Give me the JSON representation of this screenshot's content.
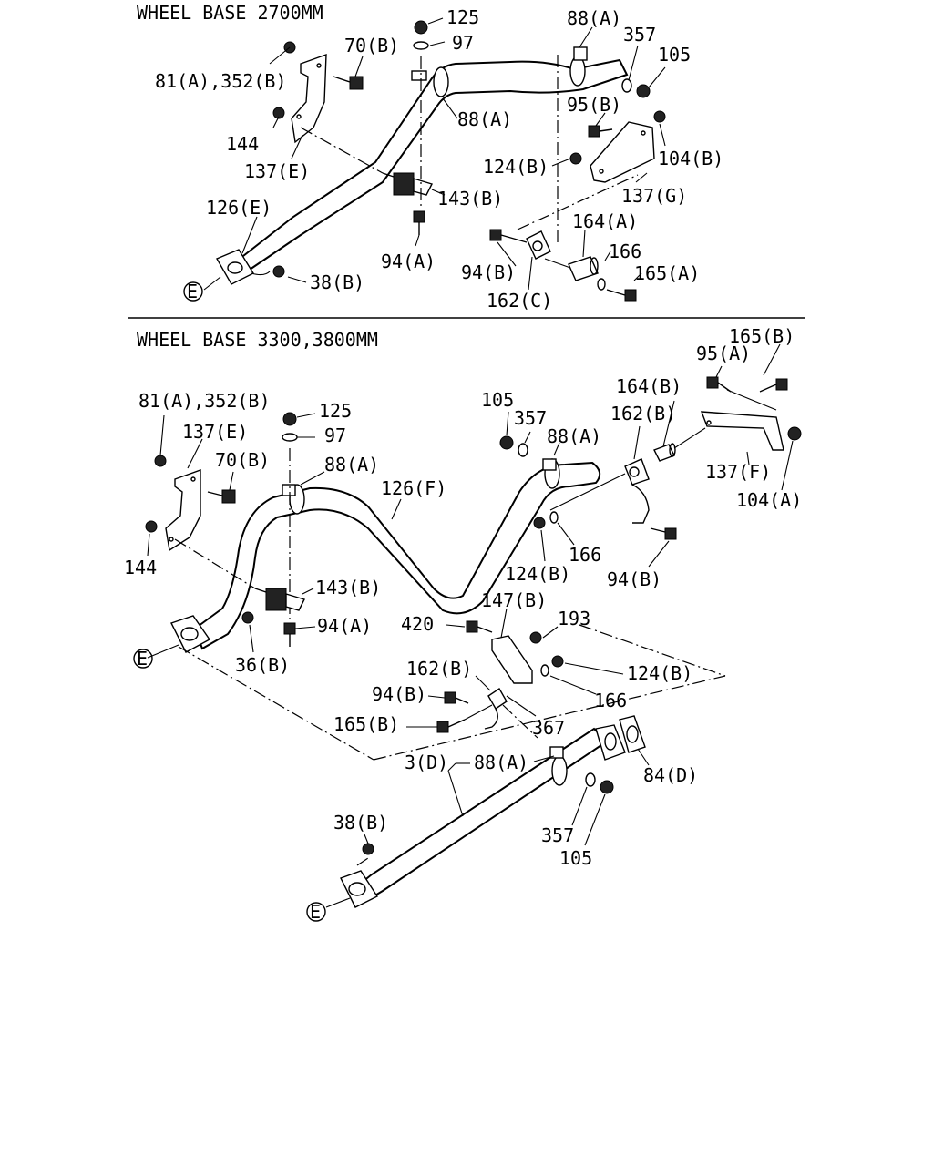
{
  "sections": [
    {
      "title": "WHEEL BASE 2700MM"
    },
    {
      "title": "WHEEL BASE 3300,3800MM"
    }
  ],
  "callouts_top": [
    "125",
    "97",
    "88(A)",
    "357",
    "105",
    "70(B)",
    "81(A),352(B)",
    "88(A)",
    "95(B)",
    "144",
    "137(E)",
    "124(B)",
    "104(B)",
    "143(B)",
    "137(G)",
    "126(E)",
    "164(A)",
    "166",
    "94(A)",
    "94(B)",
    "165(A)",
    "38(B)",
    "162(C)",
    "E"
  ],
  "callouts_bottom": [
    "165(B)",
    "95(A)",
    "164(B)",
    "81(A),352(B)",
    "105",
    "125",
    "357",
    "162(B)",
    "88(A)",
    "137(E)",
    "97",
    "137(F)",
    "104(A)",
    "70(B)",
    "88(A)",
    "126(F)",
    "144",
    "166",
    "124(B)",
    "94(B)",
    "143(B)",
    "147(B)",
    "420",
    "193",
    "94(A)",
    "36(B)",
    "124(B)",
    "162(B)",
    "E",
    "166",
    "94(B)",
    "367",
    "165(B)",
    "3(D)",
    "88(A)",
    "84(D)",
    "38(B)",
    "357",
    "105",
    "E"
  ]
}
